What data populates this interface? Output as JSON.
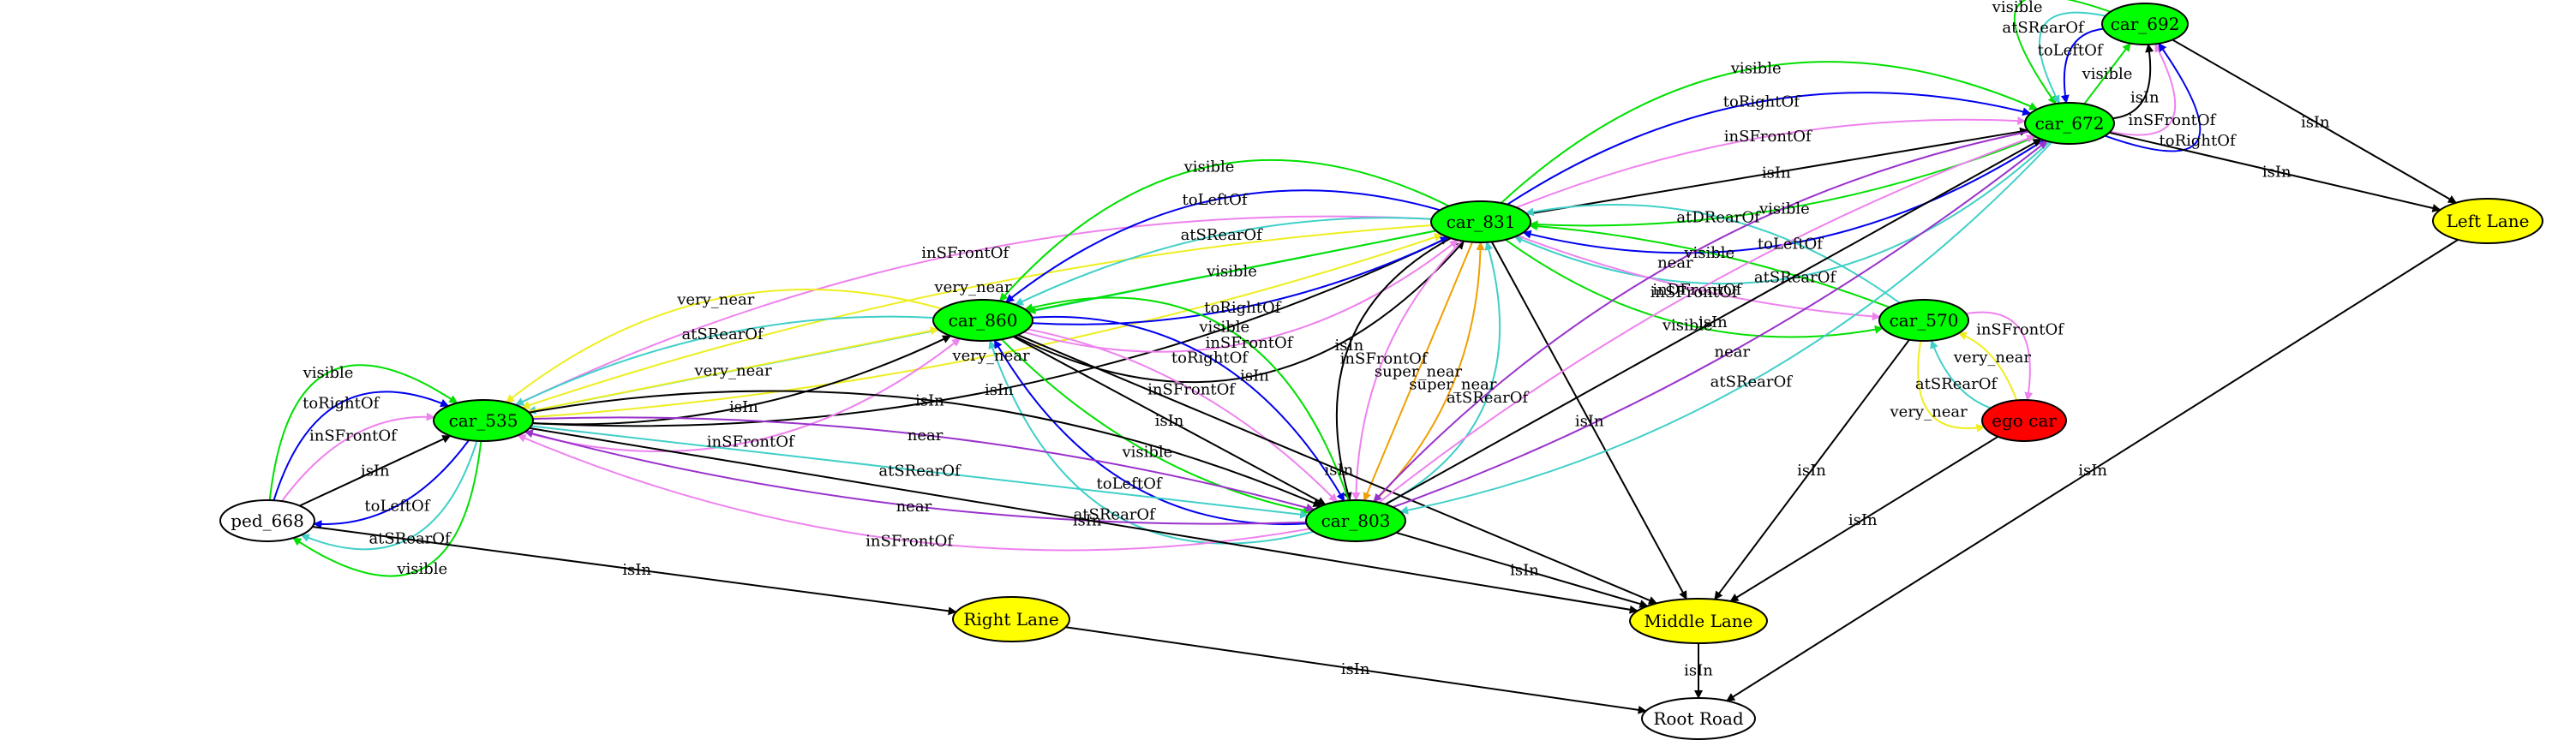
{
  "colors": {
    "black": "#000000",
    "green": "#00e000",
    "blue": "#0000ee",
    "violet": "#ee82ee",
    "cyan": "#40d0c8",
    "yellow": "#eeee20",
    "orange": "#f0a000",
    "purple": "#9932cc",
    "node_vehicle": "#00ff00",
    "node_lane": "#ffff00",
    "node_ego": "#ff0000",
    "node_plain": "#ffffff"
  },
  "nodes": [
    {
      "id": "car_692",
      "label": "car_692",
      "kind": "vehicle"
    },
    {
      "id": "car_672",
      "label": "car_672",
      "kind": "vehicle"
    },
    {
      "id": "left_lane",
      "label": "Left Lane",
      "kind": "lane"
    },
    {
      "id": "car_831",
      "label": "car_831",
      "kind": "vehicle"
    },
    {
      "id": "car_860",
      "label": "car_860",
      "kind": "vehicle"
    },
    {
      "id": "car_570",
      "label": "car_570",
      "kind": "vehicle"
    },
    {
      "id": "ego_car",
      "label": "ego car",
      "kind": "ego"
    },
    {
      "id": "car_535",
      "label": "car_535",
      "kind": "vehicle"
    },
    {
      "id": "ped_668",
      "label": "ped_668",
      "kind": "plain"
    },
    {
      "id": "car_803",
      "label": "car_803",
      "kind": "vehicle"
    },
    {
      "id": "right_lane",
      "label": "Right Lane",
      "kind": "lane"
    },
    {
      "id": "middle_lane",
      "label": "Middle Lane",
      "kind": "lane"
    },
    {
      "id": "root_road",
      "label": "Root Road",
      "kind": "plain"
    }
  ],
  "edges": [
    {
      "from": "car_692",
      "to": "car_672",
      "label": "visible",
      "color": "green"
    },
    {
      "from": "car_692",
      "to": "car_672",
      "label": "atSRearOf",
      "color": "cyan"
    },
    {
      "from": "car_692",
      "to": "car_672",
      "label": "toLeftOf",
      "color": "blue"
    },
    {
      "from": "car_672",
      "to": "car_692",
      "label": "visible",
      "color": "green"
    },
    {
      "from": "car_672",
      "to": "car_692",
      "label": "isIn",
      "color": "black"
    },
    {
      "from": "car_672",
      "to": "car_692",
      "label": "inSFrontOf",
      "color": "violet"
    },
    {
      "from": "car_672",
      "to": "car_692",
      "label": "toRightOf",
      "color": "blue"
    },
    {
      "from": "car_692",
      "to": "left_lane",
      "label": "isIn",
      "color": "black"
    },
    {
      "from": "car_672",
      "to": "left_lane",
      "label": "isIn",
      "color": "black"
    },
    {
      "from": "car_672",
      "to": "car_831",
      "label": "atSRearOf",
      "color": "cyan"
    },
    {
      "from": "car_672",
      "to": "car_831",
      "label": "toLeftOf",
      "color": "blue"
    },
    {
      "from": "car_672",
      "to": "car_831",
      "label": "visible",
      "color": "green"
    },
    {
      "from": "car_831",
      "to": "car_672",
      "label": "isIn",
      "color": "black"
    },
    {
      "from": "car_831",
      "to": "car_672",
      "label": "inSFrontOf",
      "color": "violet"
    },
    {
      "from": "car_831",
      "to": "car_672",
      "label": "toRightOf",
      "color": "blue"
    },
    {
      "from": "car_831",
      "to": "car_672",
      "label": "visible",
      "color": "green"
    },
    {
      "from": "car_831",
      "to": "car_535",
      "label": "inSFrontOf",
      "color": "violet"
    },
    {
      "from": "car_831",
      "to": "car_535",
      "label": "very_near",
      "color": "yellow"
    },
    {
      "from": "car_831",
      "to": "car_535",
      "label": "atSRearOf",
      "color": "cyan"
    },
    {
      "from": "car_535",
      "to": "car_831",
      "label": "very_near",
      "color": "yellow"
    },
    {
      "from": "car_535",
      "to": "car_831",
      "label": "isIn",
      "color": "black"
    },
    {
      "from": "car_860",
      "to": "car_831",
      "label": "isIn",
      "color": "black"
    },
    {
      "from": "car_860",
      "to": "car_831",
      "label": "inSFrontOf",
      "color": "violet"
    },
    {
      "from": "car_860",
      "to": "car_831",
      "label": "toRightOf",
      "color": "blue"
    },
    {
      "from": "car_831",
      "to": "car_860",
      "label": "visible",
      "color": "green"
    },
    {
      "from": "car_831",
      "to": "car_860",
      "label": "atSRearOf",
      "color": "cyan"
    },
    {
      "from": "car_831",
      "to": "car_860",
      "label": "toLeftOf",
      "color": "blue"
    },
    {
      "from": "car_831",
      "to": "car_860",
      "label": "visible",
      "color": "green"
    },
    {
      "from": "car_831",
      "to": "car_570",
      "label": "visible",
      "color": "green"
    },
    {
      "from": "car_831",
      "to": "car_570",
      "label": "inDFrontOf",
      "color": "violet"
    },
    {
      "from": "car_570",
      "to": "car_831",
      "label": "visible",
      "color": "green"
    },
    {
      "from": "car_570",
      "to": "car_831",
      "label": "atDRearOf",
      "color": "cyan"
    },
    {
      "from": "car_831",
      "to": "car_803",
      "label": "isIn",
      "color": "black"
    },
    {
      "from": "car_831",
      "to": "car_803",
      "label": "inSFrontOf",
      "color": "violet"
    },
    {
      "from": "car_831",
      "to": "car_803",
      "label": "super_near",
      "color": "orange"
    },
    {
      "from": "car_803",
      "to": "car_831",
      "label": "super_near",
      "color": "orange"
    },
    {
      "from": "car_803",
      "to": "car_831",
      "label": "atSRearOf",
      "color": "cyan"
    },
    {
      "from": "car_831",
      "to": "middle_lane",
      "label": "isIn",
      "color": "black"
    },
    {
      "from": "car_860",
      "to": "car_535",
      "label": "very_near",
      "color": "yellow"
    },
    {
      "from": "car_860",
      "to": "car_535",
      "label": "atSRearOf",
      "color": "cyan"
    },
    {
      "from": "car_535",
      "to": "car_860",
      "label": "very_near",
      "color": "yellow"
    },
    {
      "from": "car_535",
      "to": "car_860",
      "label": "isIn",
      "color": "black"
    },
    {
      "from": "car_535",
      "to": "car_860",
      "label": "inSFrontOf",
      "color": "violet"
    },
    {
      "from": "car_803",
      "to": "car_860",
      "label": "atSRearOf",
      "color": "cyan"
    },
    {
      "from": "car_803",
      "to": "car_860",
      "label": "toLeftOf",
      "color": "blue"
    },
    {
      "from": "car_860",
      "to": "car_803",
      "label": "visible",
      "color": "green"
    },
    {
      "from": "car_860",
      "to": "car_803",
      "label": "isIn",
      "color": "black"
    },
    {
      "from": "car_860",
      "to": "car_803",
      "label": "inSFrontOf",
      "color": "violet"
    },
    {
      "from": "car_860",
      "to": "car_803",
      "label": "toRightOf",
      "color": "blue"
    },
    {
      "from": "car_803",
      "to": "car_860",
      "label": "visible",
      "color": "green"
    },
    {
      "from": "car_860",
      "to": "middle_lane",
      "label": "isIn",
      "color": "black"
    },
    {
      "from": "car_535",
      "to": "ped_668",
      "label": "visible",
      "color": "green"
    },
    {
      "from": "car_535",
      "to": "ped_668",
      "label": "atSRearOf",
      "color": "cyan"
    },
    {
      "from": "car_535",
      "to": "ped_668",
      "label": "toLeftOf",
      "color": "blue"
    },
    {
      "from": "ped_668",
      "to": "car_535",
      "label": "isIn",
      "color": "black"
    },
    {
      "from": "ped_668",
      "to": "car_535",
      "label": "inSFrontOf",
      "color": "violet"
    },
    {
      "from": "ped_668",
      "to": "car_535",
      "label": "toRightOf",
      "color": "blue"
    },
    {
      "from": "ped_668",
      "to": "car_535",
      "label": "visible",
      "color": "green"
    },
    {
      "from": "car_535",
      "to": "car_803",
      "label": "isIn",
      "color": "black"
    },
    {
      "from": "car_535",
      "to": "car_803",
      "label": "near",
      "color": "purple"
    },
    {
      "from": "car_535",
      "to": "car_803",
      "label": "atSRearOf",
      "color": "cyan"
    },
    {
      "from": "car_803",
      "to": "car_535",
      "label": "near",
      "color": "purple"
    },
    {
      "from": "car_803",
      "to": "car_535",
      "label": "inSFrontOf",
      "color": "violet"
    },
    {
      "from": "car_535",
      "to": "middle_lane",
      "label": "isIn",
      "color": "black"
    },
    {
      "from": "ped_668",
      "to": "right_lane",
      "label": "isIn",
      "color": "black"
    },
    {
      "from": "car_570",
      "to": "ego_car",
      "label": "inSFrontOf",
      "color": "violet"
    },
    {
      "from": "ego_car",
      "to": "car_570",
      "label": "very_near",
      "color": "yellow"
    },
    {
      "from": "ego_car",
      "to": "car_570",
      "label": "atSRearOf",
      "color": "cyan"
    },
    {
      "from": "car_570",
      "to": "ego_car",
      "label": "very_near",
      "color": "yellow"
    },
    {
      "from": "car_570",
      "to": "middle_lane",
      "label": "isIn",
      "color": "black"
    },
    {
      "from": "ego_car",
      "to": "middle_lane",
      "label": "isIn",
      "color": "black"
    },
    {
      "from": "car_672",
      "to": "car_803",
      "label": "atSRearOf",
      "color": "cyan"
    },
    {
      "from": "car_803",
      "to": "car_672",
      "label": "near",
      "color": "purple"
    },
    {
      "from": "car_803",
      "to": "car_672",
      "label": "isIn",
      "color": "black"
    },
    {
      "from": "car_803",
      "to": "car_672",
      "label": "inSFrontOf",
      "color": "violet"
    },
    {
      "from": "car_672",
      "to": "car_803",
      "label": "near",
      "color": "purple"
    },
    {
      "from": "car_803",
      "to": "middle_lane",
      "label": "isIn",
      "color": "black"
    },
    {
      "from": "left_lane",
      "to": "root_road",
      "label": "isIn",
      "color": "black"
    },
    {
      "from": "right_lane",
      "to": "root_road",
      "label": "isIn",
      "color": "black"
    },
    {
      "from": "middle_lane",
      "to": "root_road",
      "label": "isIn",
      "color": "black"
    }
  ]
}
